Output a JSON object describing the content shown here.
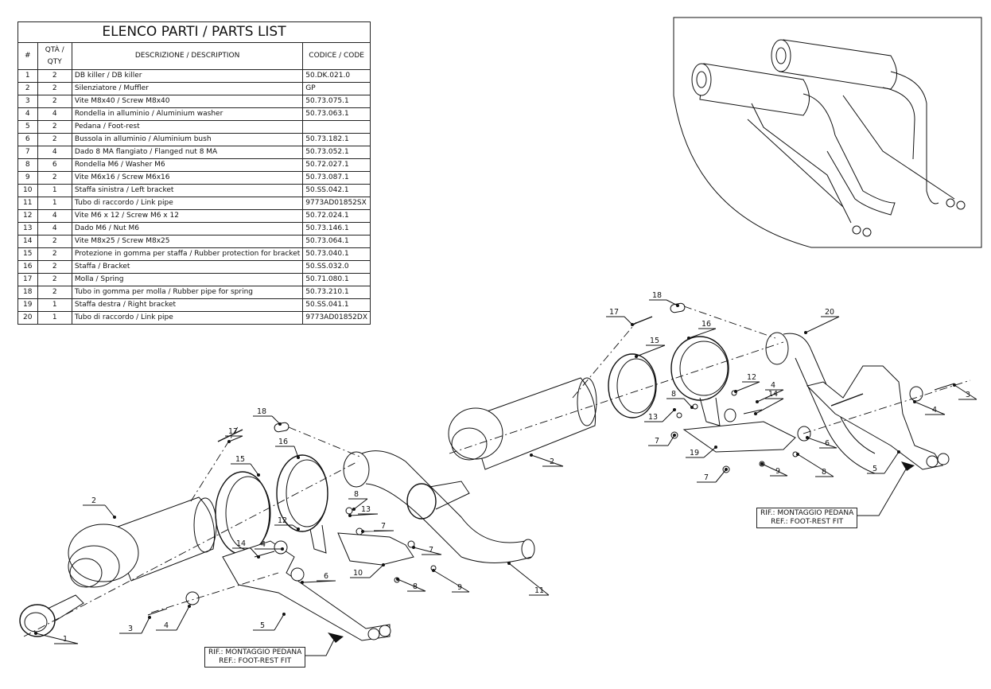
{
  "table": {
    "title": "ELENCO PARTI / PARTS LIST",
    "headers": [
      "#",
      "QTÀ / QTY",
      "DESCRIZIONE / DESCRIPTION",
      "CODICE / CODE"
    ],
    "rows": [
      {
        "n": "1",
        "qty": "2",
        "desc": "DB killer / DB killer",
        "code": "50.DK.021.0"
      },
      {
        "n": "2",
        "qty": "2",
        "desc": "Silenziatore / Muffler",
        "code": "GP"
      },
      {
        "n": "3",
        "qty": "2",
        "desc": "Vite M8x40 / Screw M8x40",
        "code": "50.73.075.1"
      },
      {
        "n": "4",
        "qty": "4",
        "desc": "Rondella in alluminio / Aluminium washer",
        "code": "50.73.063.1"
      },
      {
        "n": "5",
        "qty": "2",
        "desc": "Pedana / Foot-rest",
        "code": ""
      },
      {
        "n": "6",
        "qty": "2",
        "desc": "Bussola in alluminio / Aluminium bush",
        "code": "50.73.182.1"
      },
      {
        "n": "7",
        "qty": "4",
        "desc": "Dado 8 MA flangiato / Flanged nut 8 MA",
        "code": "50.73.052.1"
      },
      {
        "n": "8",
        "qty": "6",
        "desc": "Rondella M6 / Washer M6",
        "code": "50.72.027.1"
      },
      {
        "n": "9",
        "qty": "2",
        "desc": "Vite M6x16 / Screw M6x16",
        "code": "50.73.087.1"
      },
      {
        "n": "10",
        "qty": "1",
        "desc": "Staffa sinistra / Left bracket",
        "code": "50.SS.042.1"
      },
      {
        "n": "11",
        "qty": "1",
        "desc": "Tubo di raccordo / Link pipe",
        "code": "9773AD01852SX"
      },
      {
        "n": "12",
        "qty": "4",
        "desc": "Vite M6 x 12 / Screw M6 x 12",
        "code": "50.72.024.1"
      },
      {
        "n": "13",
        "qty": "4",
        "desc": "Dado M6 / Nut M6",
        "code": "50.73.146.1"
      },
      {
        "n": "14",
        "qty": "2",
        "desc": "Vite M8x25 / Screw M8x25",
        "code": "50.73.064.1"
      },
      {
        "n": "15",
        "qty": "2",
        "desc": "Protezione in gomma per staffa / Rubber protection for bracket",
        "code": "50.73.040.1"
      },
      {
        "n": "16",
        "qty": "2",
        "desc": "Staffa / Bracket",
        "code": "50.SS.032.0"
      },
      {
        "n": "17",
        "qty": "2",
        "desc": "Molla / Spring",
        "code": "50.71.080.1"
      },
      {
        "n": "18",
        "qty": "2",
        "desc": "Tubo in gomma per molla / Rubber pipe for spring",
        "code": "50.73.210.1"
      },
      {
        "n": "19",
        "qty": "1",
        "desc": "Staffa destra / Right bracket",
        "code": "50.SS.041.1"
      },
      {
        "n": "20",
        "qty": "1",
        "desc": "Tubo di raccordo / Link pipe",
        "code": "9773AD01852DX"
      }
    ]
  },
  "reference_notes": [
    {
      "line1": "RIF.: MONTAGGIO PEDANA",
      "line2": "REF.: FOOT-REST FIT"
    },
    {
      "line1": "RIF.: MONTAGGIO PEDANA",
      "line2": "REF.: FOOT-REST FIT"
    }
  ],
  "left_view_callouts": [
    "1",
    "2",
    "3",
    "4",
    "4",
    "5",
    "6",
    "7",
    "7",
    "8",
    "8",
    "9",
    "10",
    "11",
    "12",
    "13",
    "14",
    "15",
    "16",
    "17",
    "18"
  ],
  "right_view_callouts": [
    "2",
    "3",
    "4",
    "4",
    "5",
    "6",
    "7",
    "7",
    "8",
    "8",
    "9",
    "12",
    "13",
    "14",
    "15",
    "16",
    "17",
    "18",
    "19",
    "20"
  ],
  "inset": {
    "label": "assembled-view"
  }
}
